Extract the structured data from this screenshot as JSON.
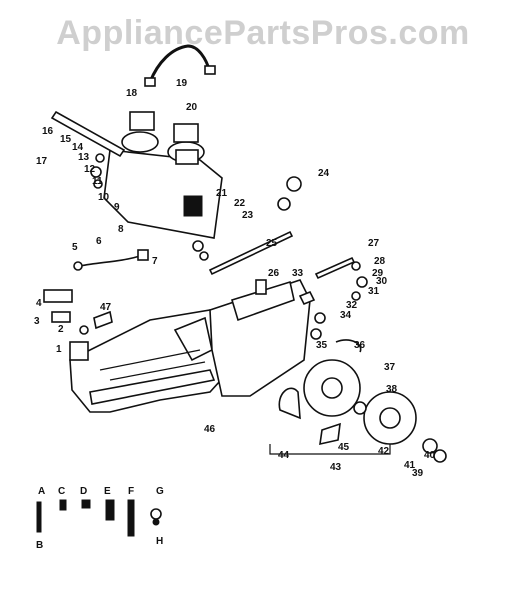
{
  "watermark": "AppliancePartsPros.com",
  "callouts": [
    "1",
    "2",
    "3",
    "4",
    "5",
    "6",
    "7",
    "8",
    "9",
    "10",
    "11",
    "12",
    "13",
    "14",
    "15",
    "16",
    "17",
    "18",
    "19",
    "20",
    "21",
    "22",
    "23",
    "24",
    "25",
    "26",
    "27",
    "28",
    "29",
    "30",
    "31",
    "32",
    "33",
    "34",
    "35",
    "36",
    "37",
    "38",
    "39",
    "40",
    "41",
    "42",
    "43",
    "44",
    "45",
    "46",
    "47"
  ],
  "letters": [
    "A",
    "B",
    "C",
    "D",
    "E",
    "F",
    "G",
    "H"
  ]
}
